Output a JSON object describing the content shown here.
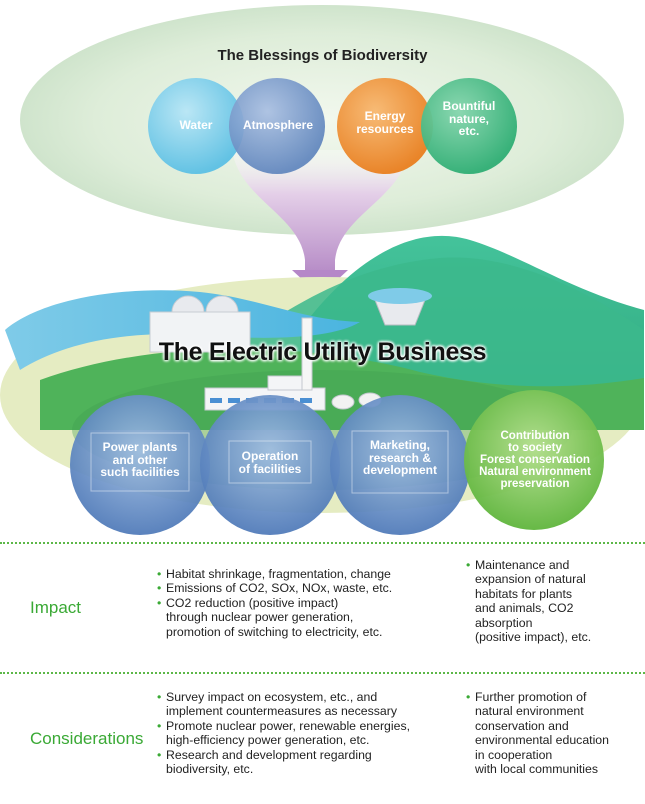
{
  "blessings": {
    "title": "The Blessings of Biodiversity",
    "items": [
      "Water",
      "Atmosphere",
      "Energy\nresources",
      "Bountiful\nnature,\netc."
    ],
    "colors": [
      "#6fc7e6",
      "#6f93c6",
      "#ee8a2e",
      "#3fb582"
    ]
  },
  "business": {
    "title": "The Electric Utility Business",
    "items": [
      "Power plants\nand other\nsuch facilities",
      "Operation\nof facilities",
      "Marketing,\nresearch &\ndevelopment",
      "Contribution\nto society\nForest conservation\nNatural environment\npreservation"
    ]
  },
  "impact": {
    "label": "Impact",
    "left": [
      "Habitat shrinkage, fragmentation, change",
      "Emissions of CO2, SOx, NOx, waste, etc.",
      "CO2 reduction (positive impact)\nthrough nuclear power generation,\npromotion of switching to electricity, etc."
    ],
    "right": [
      "Maintenance and\nexpansion of natural\nhabitats for plants\nand animals, CO2\nabsorption\n(positive impact), etc."
    ]
  },
  "considerations": {
    "label": "Considerations",
    "left": [
      "Survey impact on ecosystem, etc., and\nimplement countermeasures as necessary",
      "Promote nuclear power, renewable energies,\nhigh-efficiency power generation, etc.",
      "Research and development regarding\nbiodiversity, etc."
    ],
    "right": [
      "Further promotion of\nnatural environment\nconservation and\nenvironmental education\nin cooperation\nwith local communities"
    ]
  },
  "colors": {
    "accent_green": "#3aa935",
    "blue_circle": "#5b86c3",
    "green_circle": "#74c44e"
  }
}
